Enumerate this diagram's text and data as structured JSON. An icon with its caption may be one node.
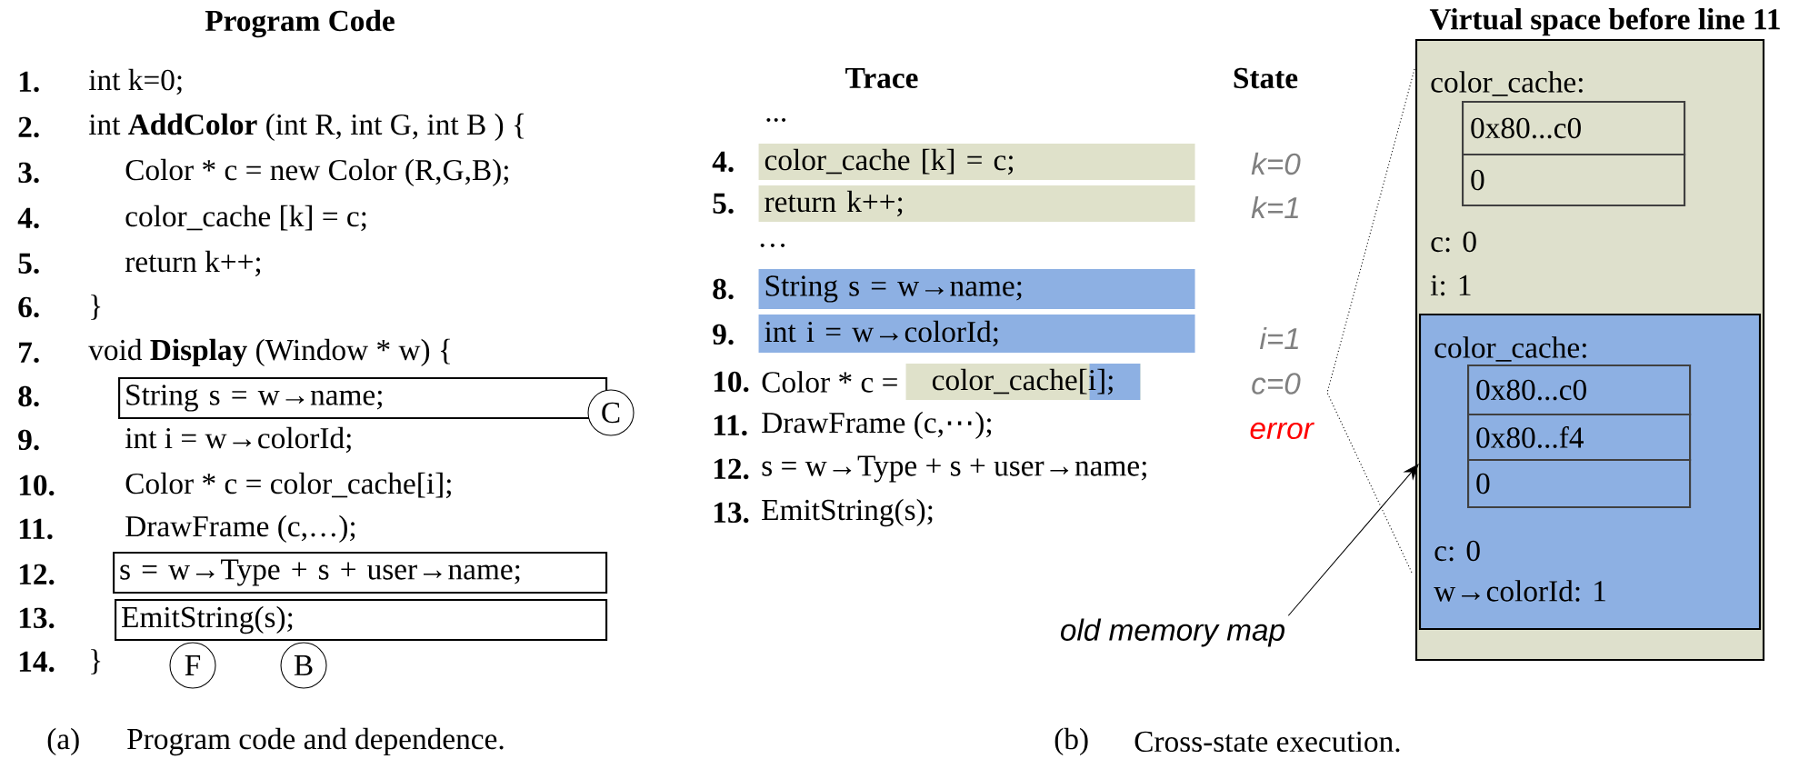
{
  "diagram": {
    "nodes": [
      {
        "text": [
          "String s = w→name;"
        ]
      },
      {
        "text": [
          "C"
        ]
      },
      {
        "text": [
          "s = w→Type + s + user→name;"
        ]
      },
      {
        "text": [
          "EmitString(s);"
        ]
      },
      {
        "text": [
          "F"
        ]
      },
      {
        "text": [
          "B"
        ]
      },
      {
        "text": [
          "color_cache [k] = c;"
        ]
      },
      {
        "text": [
          "return k++;"
        ]
      },
      {
        "text": [
          "String s = w→name;"
        ]
      },
      {
        "text": [
          "int i = w→colorId;"
        ]
      },
      {
        "text": [
          "color_cache[i];"
        ]
      },
      {
        "text": [
          "old memory map"
        ]
      },
      {
        "text": [
          "Virtual space before line 11",
          "color_cache:",
          "c: 0",
          "i: 1"
        ]
      },
      {
        "text": [
          "0x80...c0"
        ],
        "in": 12
      },
      {
        "text": [
          "0"
        ],
        "in": 12
      },
      {
        "text": [
          "color_cache:",
          "c: 0",
          "w→colorId: 1"
        ],
        "in": 12
      },
      {
        "text": [
          "0x80...c0"
        ],
        "in": 15
      },
      {
        "text": [
          "0x80...f4"
        ],
        "in": 15
      },
      {
        "text": [
          "0"
        ],
        "in": 15
      }
    ],
    "edges": [
      {
        "from": 11,
        "to": 15,
        "arrow": "to"
      }
    ],
    "labels": [
      "Program Code",
      "1.",
      "2.",
      "3.",
      "4.",
      "5.",
      "6.",
      "7.",
      "8.",
      "9.",
      "10.",
      "11.",
      "12.",
      "13.",
      "14.",
      "int k=0;",
      "int **AddColor** (int R, int G, int B ) {",
      "Color * c = new Color (R,G,B);",
      "color_cache [k] = c;",
      "return k++;",
      "}",
      "void **Display** (Window * w) {",
      "int i = w→colorId;",
      "Color * c = color_cache[i];",
      "DrawFrame (c,…);",
      "}",
      "(a)",
      "Program code and dependence.",
      "Trace",
      "State",
      "...",
      "4.",
      "5.",
      "…",
      "8.",
      "9.",
      "10.",
      "Color * c =",
      "11.",
      "DrawFrame (c,⋯);",
      "12.",
      "s = w→Type + s + user→name;",
      "13.",
      "EmitString(s);",
      "k=0",
      "k=1",
      "i=1",
      "c=0",
      "error",
      "(b)",
      "Cross-state execution."
    ]
  }
}
